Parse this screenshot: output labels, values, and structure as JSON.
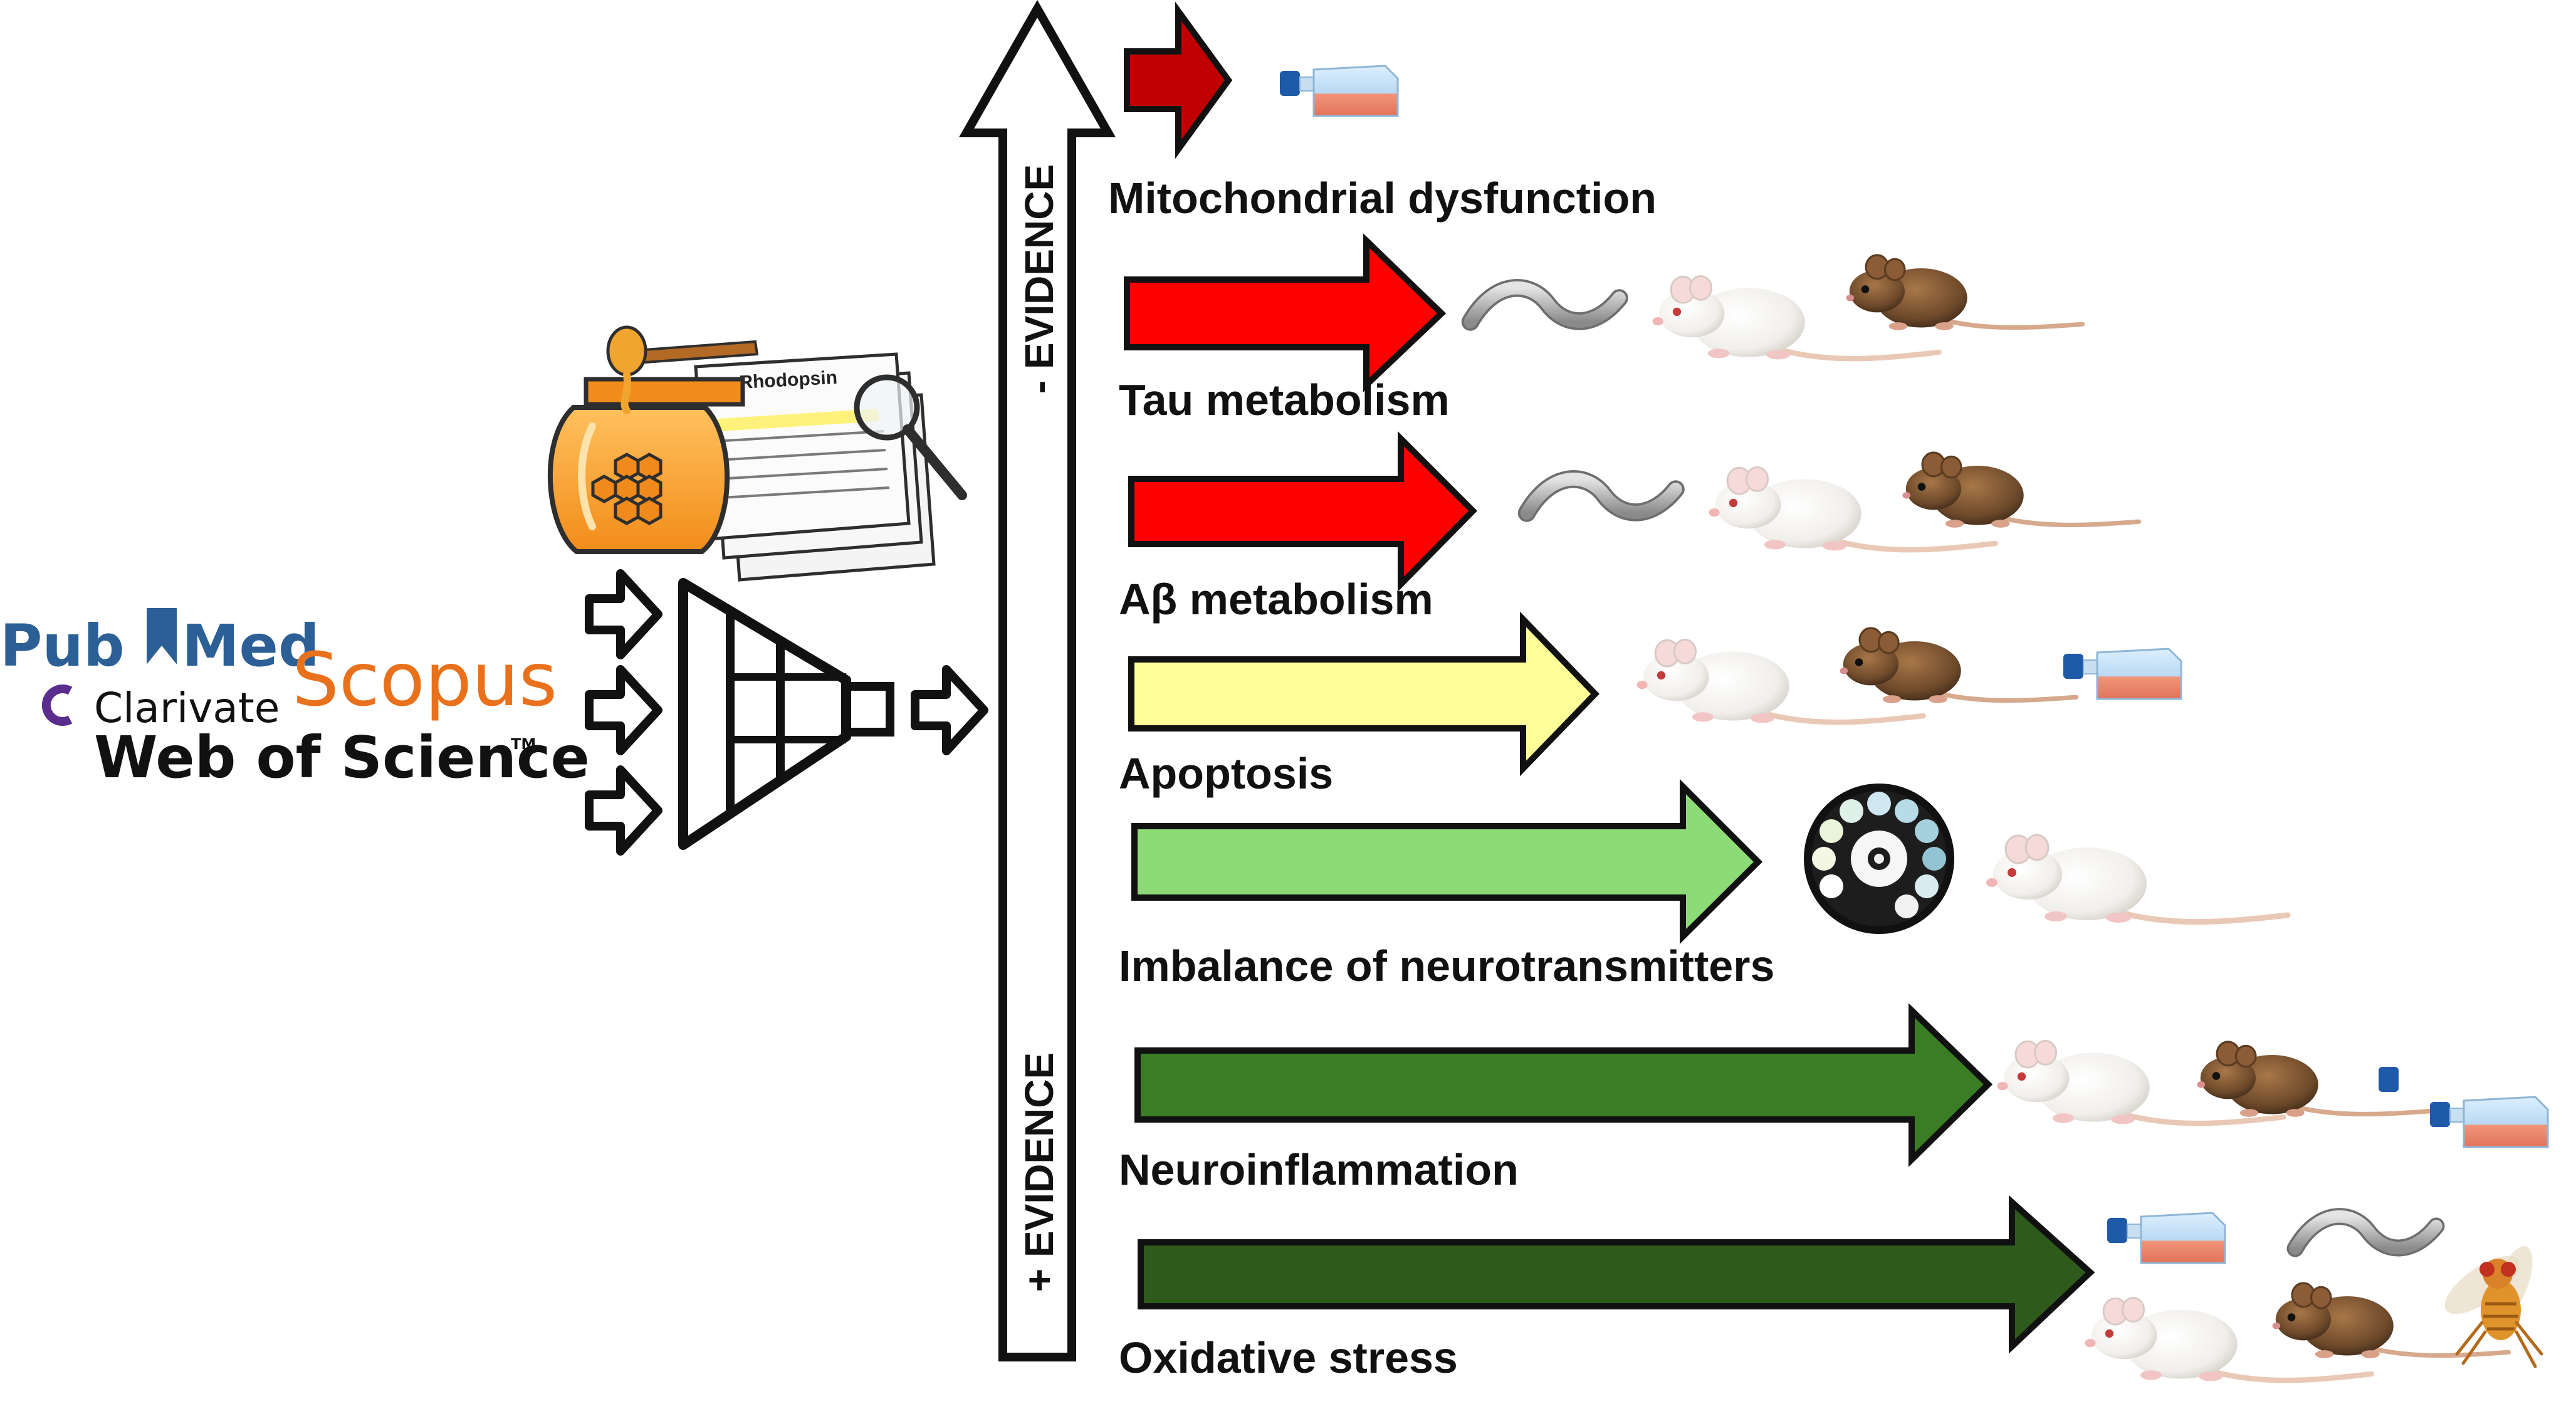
{
  "databases": {
    "pubmed": {
      "part1": "Pub",
      "part2": "Med"
    },
    "clarivate": "Clarivate",
    "web_of_science": "Web of Science",
    "trademark": "TM",
    "scopus": "Scopus"
  },
  "document": {
    "title": "Rhodopsin"
  },
  "evidence_axis": {
    "minus_label": "- EVIDENCE",
    "plus_label": "+ EVIDENCE"
  },
  "pathways": [
    {
      "label": "Mitochondrial dysfunction",
      "color": "#c00000",
      "models": [
        "cell-culture-flask"
      ]
    },
    {
      "label": "Tau metabolism",
      "color": "#ff0000",
      "models": [
        "nematode",
        "rat",
        "mouse"
      ]
    },
    {
      "label": "Aβ metabolism",
      "color": "#ff0000",
      "models": [
        "nematode",
        "rat",
        "mouse"
      ]
    },
    {
      "label": "Apoptosis",
      "color": "#ffff99",
      "models": [
        "rat",
        "mouse",
        "cell-culture-flask"
      ]
    },
    {
      "label": "Imbalance of neurotransmitters",
      "color": "#8ddb76",
      "models": [
        "colorimetric-disc",
        "rat"
      ]
    },
    {
      "label": "Neuroinflammation",
      "color": "#3a7d24",
      "models": [
        "rat",
        "mouse",
        "cell-culture-flask"
      ]
    },
    {
      "label": "Oxidative stress",
      "color": "#2e5a1c",
      "models": [
        "cell-culture-flask",
        "nematode",
        "rat",
        "mouse",
        "fruit-fly"
      ]
    }
  ],
  "colors": {
    "honey": "#f7a23b",
    "honeycomb": "#f08a1c",
    "pubmed_blue": "#2b5f96",
    "scopus_orange": "#e9711c",
    "clarivate_purple": "#5b2d8e"
  }
}
